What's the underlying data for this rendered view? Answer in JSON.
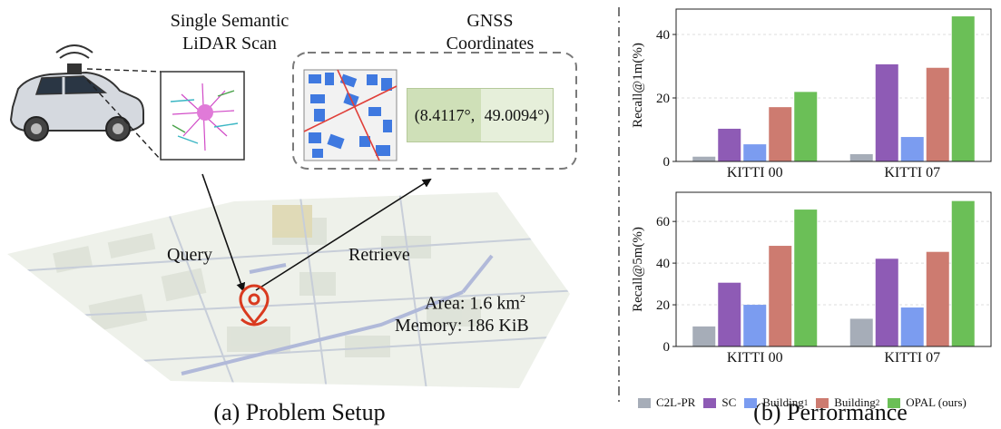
{
  "left_panel": {
    "scan_title_line1": "Single Semantic",
    "scan_title_line2": "LiDAR Scan",
    "gnss_title_line1": "GNSS",
    "gnss_title_line2": "Coordinates",
    "coord_lon": "(8.4117°,",
    "coord_lat": "49.0094°)",
    "query_label": "Query",
    "retrieve_label": "Retrieve",
    "area_prefix": "Area: 1.6 km",
    "area_sup": "2",
    "memory_label": "Memory: 186 KiB",
    "caption": "(a) Problem Setup"
  },
  "right_panel": {
    "caption": "(b) Performance"
  },
  "colors": {
    "C2L-PR": "#a6adb8",
    "SC": "#8e5bb5",
    "Building1": "#7b9cf0",
    "Building2": "#cd7b70",
    "OPAL": "#6bbf57"
  },
  "legend": [
    {
      "base": "C2L-PR",
      "sup": "",
      "color": "#a6adb8"
    },
    {
      "base": "SC",
      "sup": "",
      "color": "#8e5bb5"
    },
    {
      "base": "Building",
      "sup": "1",
      "color": "#7b9cf0"
    },
    {
      "base": "Building",
      "sup": "2",
      "color": "#cd7b70"
    },
    {
      "base": "OPAL (ours)",
      "sup": "",
      "color": "#6bbf57"
    }
  ],
  "chart_data": [
    {
      "type": "bar",
      "ylabel": "Recall@1m(%)",
      "categories": [
        "KITTI 00",
        "KITTI 07"
      ],
      "ylim": [
        0,
        48
      ],
      "yticks": [
        0,
        20,
        40
      ],
      "grid": true,
      "series": [
        {
          "name": "C2L-PR",
          "values": [
            1.5,
            2.3
          ]
        },
        {
          "name": "SC",
          "values": [
            10.3,
            30.6
          ]
        },
        {
          "name": "Building1",
          "values": [
            5.4,
            7.7
          ]
        },
        {
          "name": "Building2",
          "values": [
            17.1,
            29.5
          ]
        },
        {
          "name": "OPAL (ours)",
          "values": [
            21.9,
            45.7
          ]
        }
      ]
    },
    {
      "type": "bar",
      "ylabel": "Recall@5m(%)",
      "categories": [
        "KITTI 00",
        "KITTI 07"
      ],
      "ylim": [
        0,
        74
      ],
      "yticks": [
        0,
        20,
        40,
        60
      ],
      "grid": true,
      "series": [
        {
          "name": "C2L-PR",
          "values": [
            9.6,
            13.3
          ]
        },
        {
          "name": "SC",
          "values": [
            30.6,
            42.1
          ]
        },
        {
          "name": "Building1",
          "values": [
            20.0,
            18.7
          ]
        },
        {
          "name": "Building2",
          "values": [
            48.3,
            45.4
          ]
        },
        {
          "name": "OPAL (ours)",
          "values": [
            65.7,
            69.8
          ]
        }
      ]
    }
  ]
}
